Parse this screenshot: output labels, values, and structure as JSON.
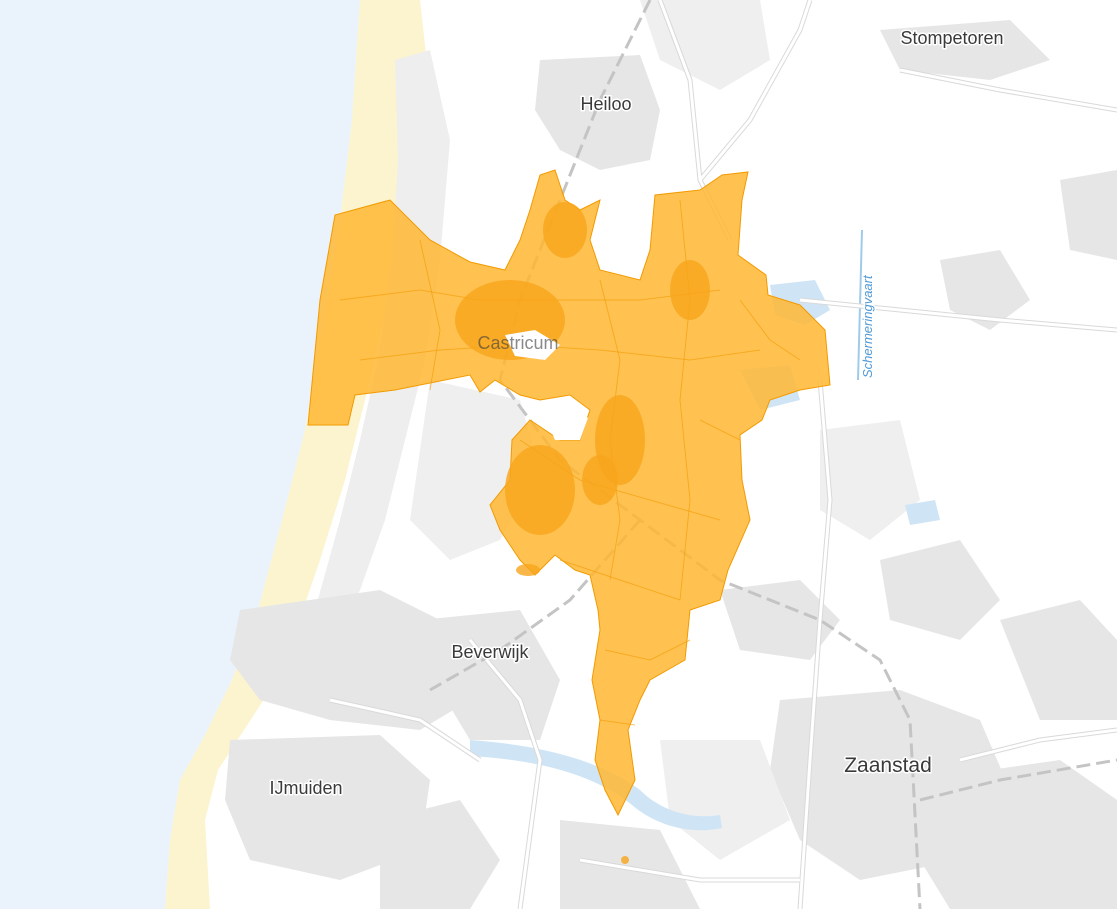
{
  "map": {
    "labels": {
      "stompetoren": "Stompetoren",
      "heiloo": "Heiloo",
      "castricum": "Castricum",
      "beverwijk": "Beverwijk",
      "zaanstad": "Zaanstad",
      "ijmuiden": "IJmuiden",
      "schermeringvaart": "Schermeringvaart"
    },
    "colors": {
      "sea": "#eaf3fb",
      "dunes": "#fbf4cf",
      "urban": "#e6e6e6",
      "green": "#eeeeee",
      "highlight_fill": "#ffb733",
      "highlight_stroke": "#f29a00",
      "road": "#ffffff",
      "rail": "#bdbdbd",
      "water": "#cfe5f6"
    },
    "icons": {
      "highlight": "region-highlight",
      "rail": "railway-line"
    }
  }
}
